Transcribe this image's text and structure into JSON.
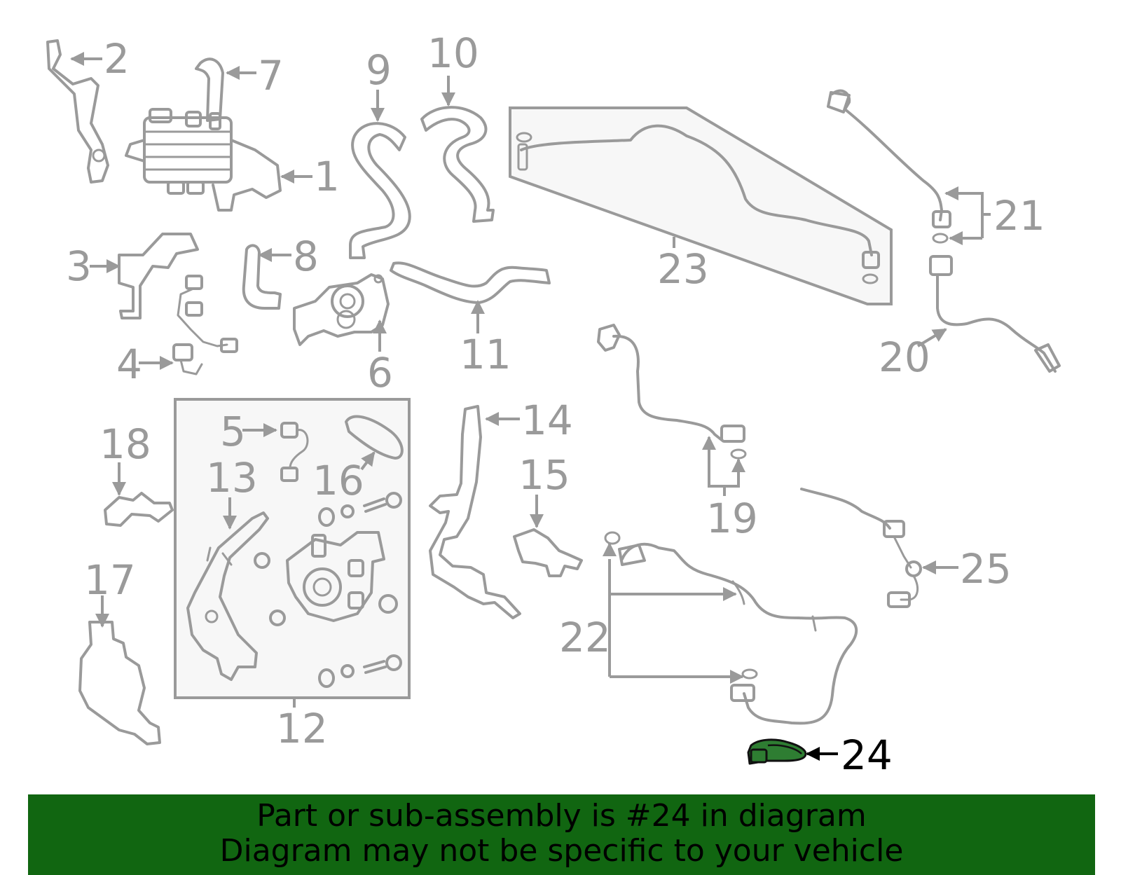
{
  "callouts": {
    "c1": "1",
    "c2": "2",
    "c3": "3",
    "c4": "4",
    "c5": "5",
    "c6": "6",
    "c7": "7",
    "c8": "8",
    "c9": "9",
    "c10": "10",
    "c11": "11",
    "c12": "12",
    "c13": "13",
    "c14": "14",
    "c15": "15",
    "c16": "16",
    "c17": "17",
    "c18": "18",
    "c19": "19",
    "c20": "20",
    "c21": "21",
    "c22": "22",
    "c23": "23",
    "c24": "24",
    "c25": "25"
  },
  "highlighted_part": "24",
  "highlight_color": "#2e7d32",
  "banner": {
    "line1": "Part or sub-assembly is #24 in diagram",
    "line2": "Diagram may not be specific to your vehicle",
    "background": "#116611"
  }
}
